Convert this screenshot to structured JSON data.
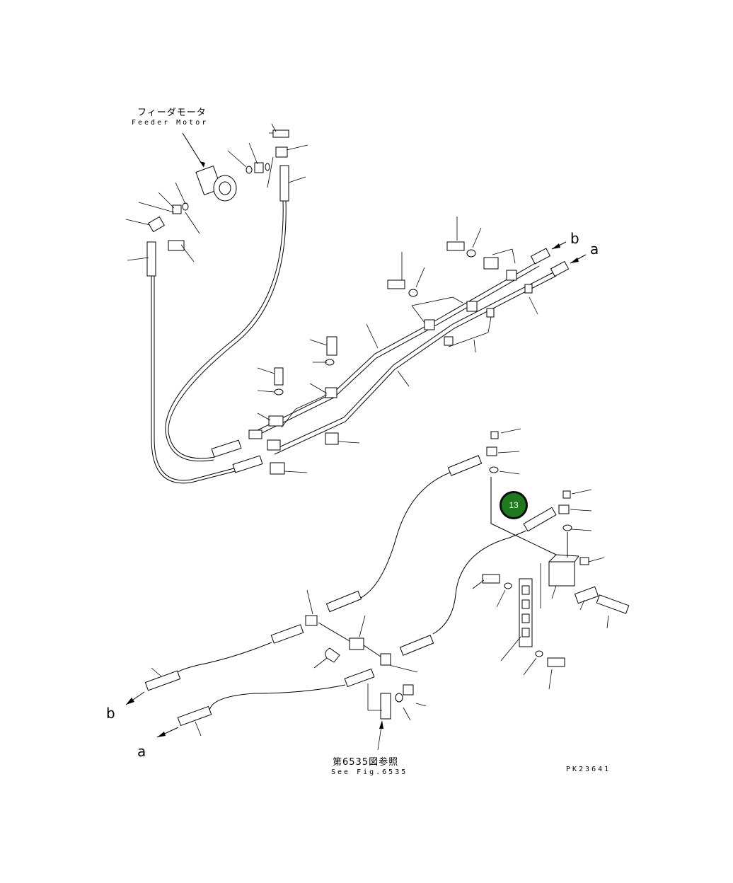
{
  "labels": {
    "feeder_motor_jp": "フィーダモータ",
    "feeder_motor_en": "Feeder Motor",
    "see_fig_jp": "第6535図参照",
    "see_fig_en": "See Fig.6535",
    "drawing_id": "PK23641",
    "end_a_upper": "a",
    "end_b_upper": "b",
    "end_a_lower": "a",
    "end_b_lower": "b"
  },
  "callouts": [
    {
      "number": "13",
      "color": "#1f7a1f"
    }
  ]
}
